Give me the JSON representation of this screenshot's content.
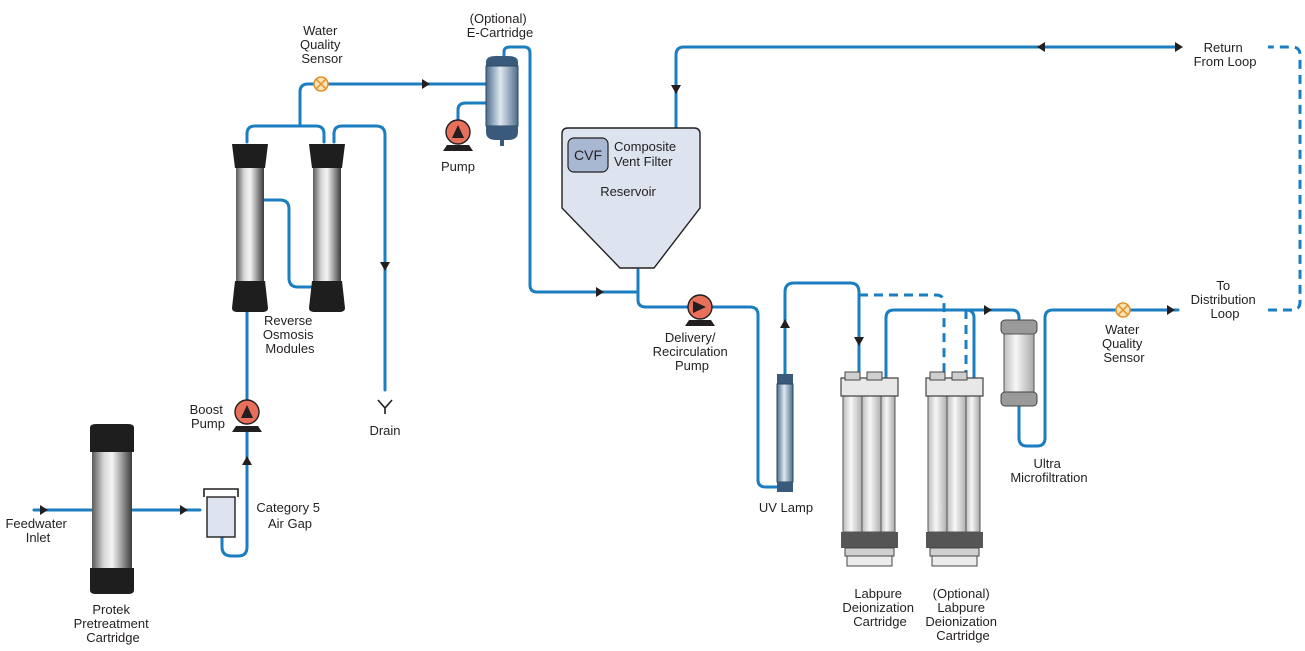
{
  "colors": {
    "pipe": "#1b7ec0",
    "pump": "#e8705a",
    "reservoir": "#dde4ef",
    "cartridge_dark": "#1e1e1e",
    "background": "#ffffff"
  },
  "labels": {
    "feedwater": [
      "Feedwater",
      "Inlet"
    ],
    "protek": [
      "Protek",
      "Pretreatment",
      "Cartridge"
    ],
    "air_gap": [
      "Category 5",
      "Air Gap"
    ],
    "boost_pump": [
      "Boost",
      "Pump"
    ],
    "ro_modules": [
      "Reverse",
      "Osmosis",
      "Modules"
    ],
    "drain": [
      "Drain"
    ],
    "wq_sensor_top": [
      "Water",
      "Quality",
      "Sensor"
    ],
    "e_cartridge": [
      "(Optional)",
      "E-Cartridge"
    ],
    "pump": [
      "Pump"
    ],
    "cvf": "CVF",
    "vent_filter": [
      "Composite",
      "Vent Filter"
    ],
    "reservoir": [
      "Reservoir"
    ],
    "delivery_pump": [
      "Delivery/",
      "Recirculation",
      "Pump"
    ],
    "uv_lamp": [
      "UV Lamp"
    ],
    "labpure": [
      "Labpure",
      "Deionization",
      "Cartridge"
    ],
    "labpure_optional": [
      "(Optional)",
      "Labpure",
      "Deionization",
      "Cartridge"
    ],
    "ultra": [
      "Ultra",
      "Microfiltration"
    ],
    "wq_sensor_right": [
      "Water",
      "Quality",
      "Sensor"
    ],
    "to_loop": [
      "To",
      "Distribution",
      "Loop"
    ],
    "return_loop": [
      "Return",
      "From Loop"
    ]
  }
}
